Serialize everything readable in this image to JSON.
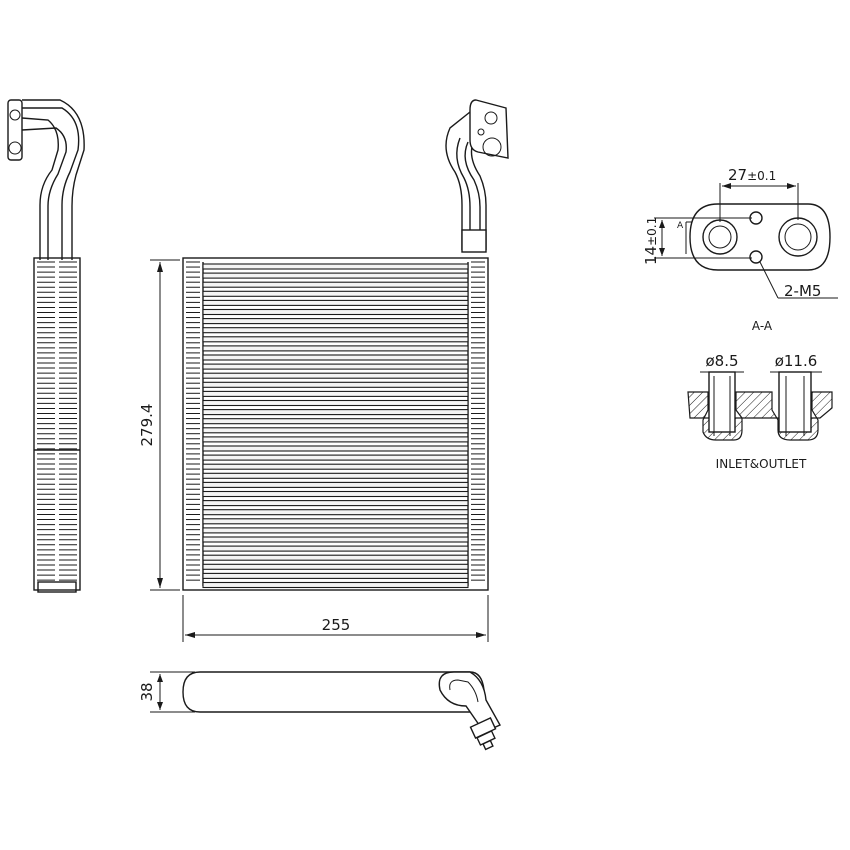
{
  "dimensions": {
    "height": "279.4",
    "width": "255",
    "depth": "38",
    "port_spacing": "27",
    "port_spacing_tol": "±0.1",
    "port_offset": "14",
    "port_offset_tol": "±0.1",
    "thread": "2-M5",
    "inlet_diameter": "ø8.5",
    "outlet_diameter": "ø11.6"
  },
  "labels": {
    "section_marker": "A",
    "section_title": "A-A",
    "inlet_outlet": "INLET&OUTLET"
  }
}
